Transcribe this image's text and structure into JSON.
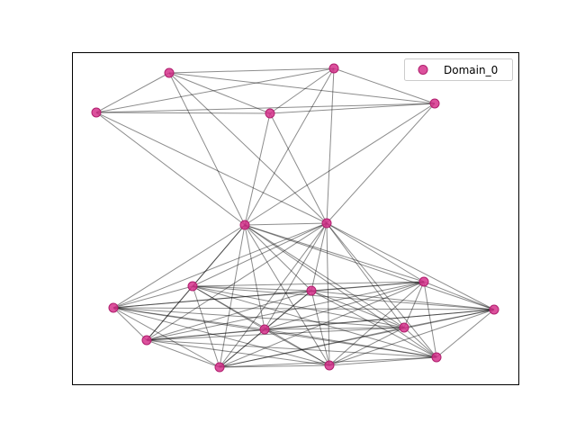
{
  "legend": {
    "label": "Domain_0"
  },
  "colors": {
    "node": "#d6338c",
    "node_stroke": "#b01f6e",
    "edge": "#000000",
    "frame": "#000000"
  },
  "graph": {
    "nodes": [
      {
        "id": "A"
      },
      {
        "id": "B"
      },
      {
        "id": "C"
      },
      {
        "id": "D"
      },
      {
        "id": "E"
      },
      {
        "id": "F"
      },
      {
        "id": "G"
      },
      {
        "id": "H"
      },
      {
        "id": "I"
      },
      {
        "id": "J"
      },
      {
        "id": "K"
      },
      {
        "id": "L"
      },
      {
        "id": "M"
      },
      {
        "id": "N"
      },
      {
        "id": "O"
      },
      {
        "id": "P"
      },
      {
        "id": "Q"
      },
      {
        "id": "R"
      }
    ],
    "edges": [
      [
        "A",
        "B"
      ],
      [
        "A",
        "C"
      ],
      [
        "A",
        "D"
      ],
      [
        "A",
        "E"
      ],
      [
        "A",
        "F"
      ],
      [
        "A",
        "G"
      ],
      [
        "B",
        "C"
      ],
      [
        "B",
        "D"
      ],
      [
        "B",
        "E"
      ],
      [
        "B",
        "F"
      ],
      [
        "B",
        "G"
      ],
      [
        "C",
        "D"
      ],
      [
        "C",
        "E"
      ],
      [
        "C",
        "F"
      ],
      [
        "C",
        "G"
      ],
      [
        "D",
        "E"
      ],
      [
        "D",
        "F"
      ],
      [
        "D",
        "G"
      ],
      [
        "E",
        "F"
      ],
      [
        "E",
        "G"
      ],
      [
        "F",
        "G"
      ],
      [
        "F",
        "H"
      ],
      [
        "F",
        "I"
      ],
      [
        "F",
        "J"
      ],
      [
        "F",
        "K"
      ],
      [
        "F",
        "L"
      ],
      [
        "F",
        "M"
      ],
      [
        "F",
        "N"
      ],
      [
        "F",
        "O"
      ],
      [
        "F",
        "P"
      ],
      [
        "F",
        "Q"
      ],
      [
        "F",
        "R"
      ],
      [
        "G",
        "H"
      ],
      [
        "G",
        "I"
      ],
      [
        "G",
        "J"
      ],
      [
        "G",
        "K"
      ],
      [
        "G",
        "L"
      ],
      [
        "G",
        "M"
      ],
      [
        "G",
        "N"
      ],
      [
        "G",
        "O"
      ],
      [
        "G",
        "P"
      ],
      [
        "G",
        "Q"
      ],
      [
        "G",
        "R"
      ],
      [
        "H",
        "I"
      ],
      [
        "H",
        "J"
      ],
      [
        "H",
        "K"
      ],
      [
        "H",
        "L"
      ],
      [
        "H",
        "M"
      ],
      [
        "H",
        "N"
      ],
      [
        "H",
        "O"
      ],
      [
        "H",
        "P"
      ],
      [
        "H",
        "Q"
      ],
      [
        "H",
        "R"
      ],
      [
        "I",
        "J"
      ],
      [
        "I",
        "K"
      ],
      [
        "I",
        "L"
      ],
      [
        "I",
        "M"
      ],
      [
        "I",
        "N"
      ],
      [
        "I",
        "O"
      ],
      [
        "I",
        "P"
      ],
      [
        "I",
        "Q"
      ],
      [
        "I",
        "R"
      ],
      [
        "J",
        "K"
      ],
      [
        "J",
        "L"
      ],
      [
        "J",
        "M"
      ],
      [
        "J",
        "N"
      ],
      [
        "J",
        "O"
      ],
      [
        "J",
        "P"
      ],
      [
        "J",
        "Q"
      ],
      [
        "J",
        "R"
      ],
      [
        "K",
        "L"
      ],
      [
        "K",
        "M"
      ],
      [
        "K",
        "N"
      ],
      [
        "K",
        "O"
      ],
      [
        "K",
        "P"
      ],
      [
        "K",
        "Q"
      ],
      [
        "K",
        "R"
      ],
      [
        "L",
        "M"
      ],
      [
        "L",
        "N"
      ],
      [
        "L",
        "O"
      ],
      [
        "L",
        "P"
      ],
      [
        "L",
        "Q"
      ],
      [
        "L",
        "R"
      ],
      [
        "M",
        "N"
      ],
      [
        "M",
        "O"
      ],
      [
        "M",
        "P"
      ],
      [
        "M",
        "Q"
      ],
      [
        "M",
        "R"
      ],
      [
        "N",
        "O"
      ],
      [
        "N",
        "P"
      ],
      [
        "N",
        "Q"
      ],
      [
        "N",
        "R"
      ],
      [
        "O",
        "P"
      ],
      [
        "O",
        "Q"
      ],
      [
        "O",
        "R"
      ],
      [
        "P",
        "Q"
      ],
      [
        "P",
        "R"
      ],
      [
        "Q",
        "R"
      ]
    ]
  }
}
